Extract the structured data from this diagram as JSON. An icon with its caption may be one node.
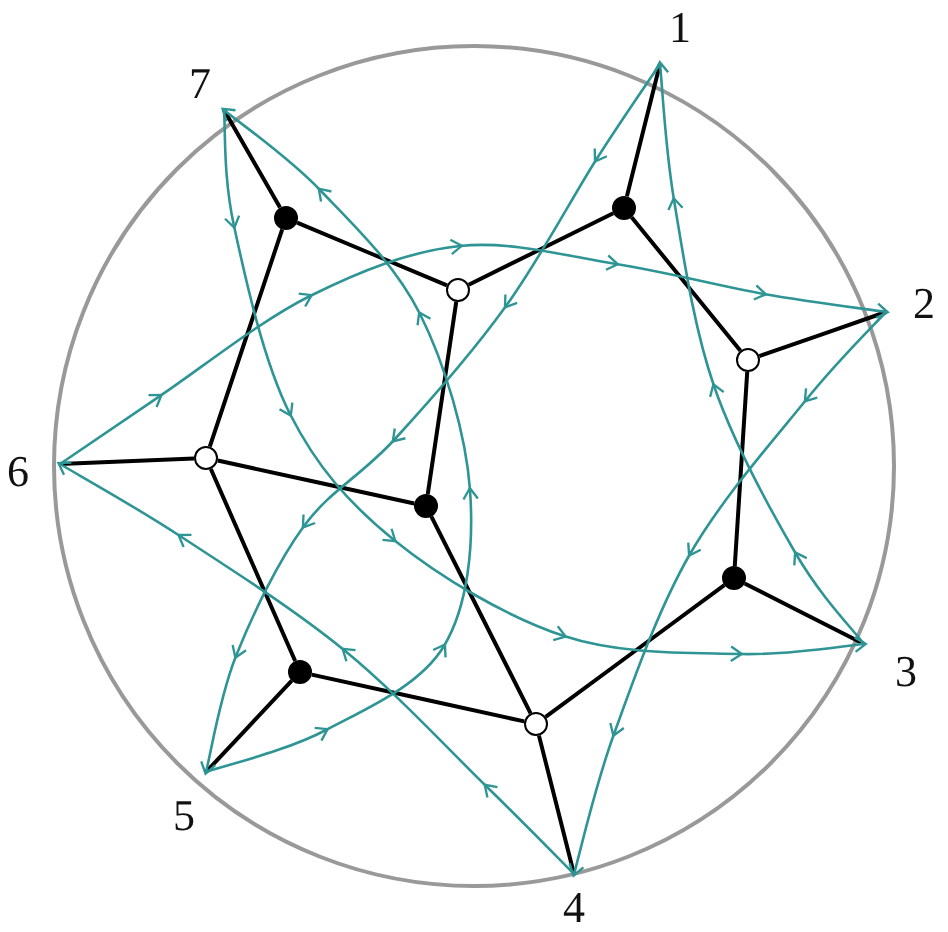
{
  "diagram": {
    "nodes": [
      {
        "text": [
          "1"
        ]
      },
      {
        "text": [
          "2"
        ]
      },
      {
        "text": [
          "3"
        ]
      },
      {
        "text": [
          "4"
        ]
      },
      {
        "text": [
          "5"
        ]
      },
      {
        "text": [
          "6"
        ]
      },
      {
        "text": [
          "7"
        ]
      },
      {
        "text": [],
        "shape": "circle"
      },
      {
        "text": [],
        "shape": "circle"
      },
      {
        "text": [],
        "shape": "circle"
      },
      {
        "text": [],
        "shape": "circle"
      },
      {
        "text": [],
        "shape": "circle"
      },
      {
        "text": [],
        "shape": "circle"
      },
      {
        "text": [],
        "shape": "circle"
      },
      {
        "text": [],
        "shape": "circle"
      },
      {
        "text": [],
        "shape": "circle"
      }
    ],
    "edges": [
      {
        "from": 0,
        "to": 7,
        "arrow": "none"
      },
      {
        "from": 7,
        "to": 14,
        "arrow": "none"
      },
      {
        "from": 7,
        "to": 8,
        "arrow": "none"
      },
      {
        "from": 8,
        "to": 1,
        "arrow": "none"
      },
      {
        "from": 8,
        "to": 9,
        "arrow": "none"
      },
      {
        "from": 9,
        "to": 2,
        "arrow": "none"
      },
      {
        "from": 9,
        "to": 10,
        "arrow": "none"
      },
      {
        "from": 10,
        "to": 3,
        "arrow": "none"
      },
      {
        "from": 10,
        "to": 11,
        "arrow": "none"
      },
      {
        "from": 10,
        "to": 15,
        "arrow": "none"
      },
      {
        "from": 11,
        "to": 4,
        "arrow": "none"
      },
      {
        "from": 11,
        "to": 12,
        "arrow": "none"
      },
      {
        "from": 12,
        "to": 5,
        "arrow": "none"
      },
      {
        "from": 12,
        "to": 13,
        "arrow": "none"
      },
      {
        "from": 13,
        "to": 6,
        "arrow": "none"
      },
      {
        "from": 13,
        "to": 14,
        "arrow": "none"
      },
      {
        "from": 14,
        "to": 15,
        "arrow": "none"
      },
      {
        "from": 12,
        "to": 15,
        "arrow": "none"
      },
      {
        "from": 0,
        "to": 4,
        "arrow": "to",
        "color": "#2e9494"
      },
      {
        "from": 1,
        "to": 3,
        "arrow": "to",
        "color": "#2e9494"
      },
      {
        "from": 2,
        "to": 0,
        "arrow": "to",
        "color": "#2e9494"
      },
      {
        "from": 3,
        "to": 5,
        "arrow": "to",
        "color": "#2e9494"
      },
      {
        "from": 4,
        "to": 6,
        "arrow": "to",
        "color": "#2e9494"
      },
      {
        "from": 5,
        "to": 1,
        "arrow": "to",
        "color": "#2e9494"
      },
      {
        "from": 6,
        "to": 2,
        "arrow": "to",
        "color": "#2e9494"
      }
    ]
  }
}
